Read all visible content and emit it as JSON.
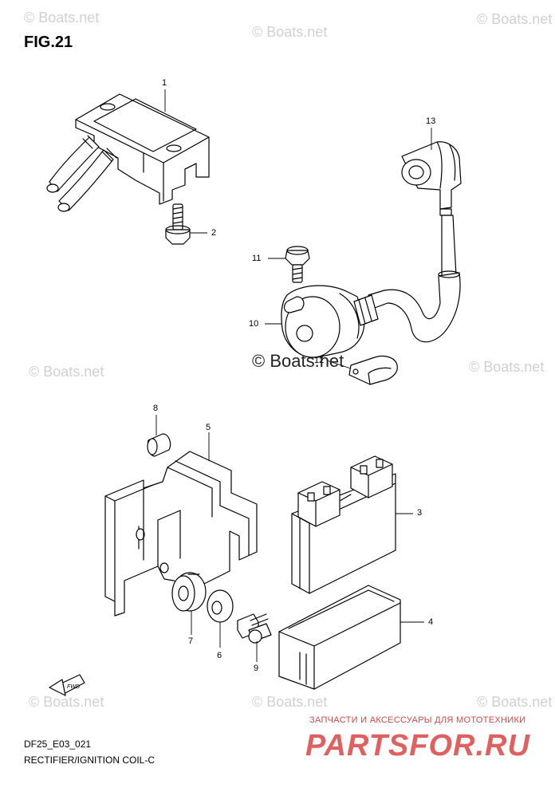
{
  "figure_title": "FIG.21",
  "watermarks": {
    "corner": "© Boats.net",
    "center": "© Boats.net"
  },
  "callouts": {
    "c1": "1",
    "c2": "2",
    "c3": "3",
    "c4": "4",
    "c5": "5",
    "c6": "6",
    "c7": "7",
    "c8": "8",
    "c9": "9",
    "c10": "10",
    "c11": "11",
    "c12": "12",
    "c13": "13"
  },
  "footer": {
    "code": "DF25_E03_021",
    "name": "RECTIFIER/IGNITION COIL-C"
  },
  "banner": {
    "tagline": "ЗАПЧАСТИ И АКСЕССУАРЫ ДЛЯ МОТОТЕХНИКИ",
    "logo": "PARTSFOR.RU"
  },
  "fwd_label": "FWD",
  "colors": {
    "line": "#000000",
    "watermark": "#d0d0d0",
    "banner": "#e06060"
  }
}
